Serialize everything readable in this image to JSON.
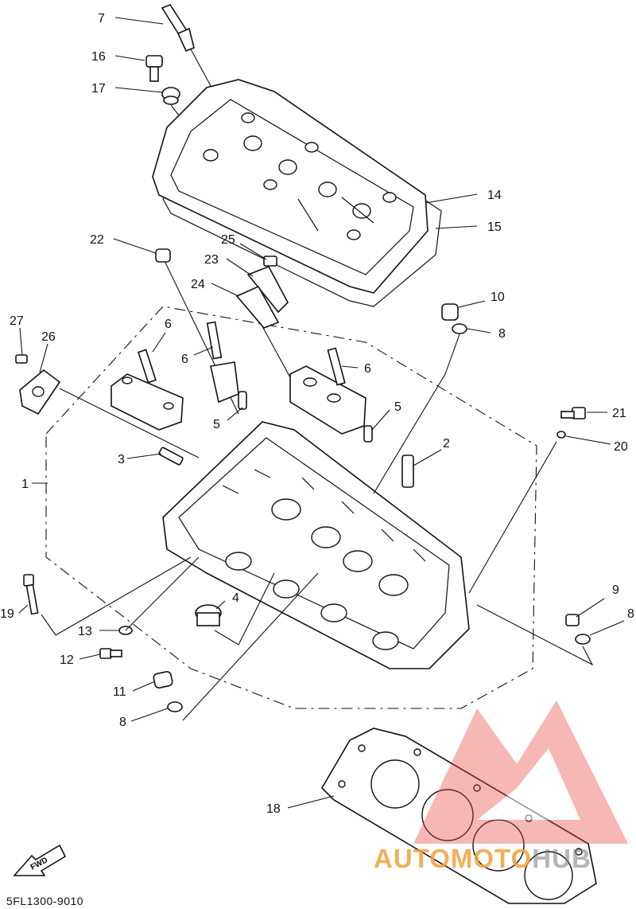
{
  "diagram": {
    "part_code": "5FL1300-9010",
    "fwd_label": "FWD",
    "watermark": {
      "text_part1": "AUTOMOTO",
      "text_part2": "HUB",
      "logo_color": "#e8453c",
      "text_color": "#f0a03c"
    },
    "callouts": {
      "c1": "1",
      "c2": "2",
      "c3": "3",
      "c4": "4",
      "c5a": "5",
      "c5b": "5",
      "c6a": "6",
      "c6b": "6",
      "c6c": "6",
      "c7": "7",
      "c8a": "8",
      "c8b": "8",
      "c8c": "8",
      "c9": "9",
      "c10": "10",
      "c11": "11",
      "c12": "12",
      "c13": "13",
      "c14": "14",
      "c15": "15",
      "c16": "16",
      "c17": "17",
      "c18": "18",
      "c19": "19",
      "c20": "20",
      "c21": "21",
      "c22": "22",
      "c23": "23",
      "c24": "24",
      "c25": "25",
      "c26": "26",
      "c27": "27"
    }
  }
}
